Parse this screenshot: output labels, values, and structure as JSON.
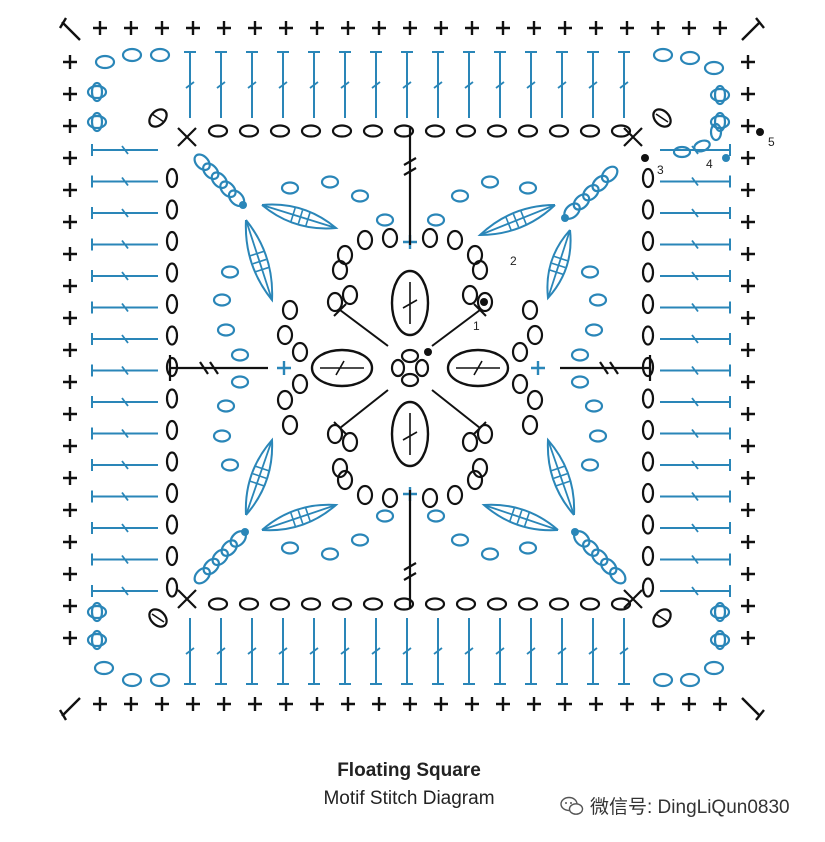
{
  "title": "Floating Square",
  "subtitle": "Motif Stitch Diagram",
  "watermark": "微信号: DingLiQun0830",
  "round_labels": [
    "1",
    "2",
    "3",
    "4",
    "5"
  ],
  "colors": {
    "black": "#111111",
    "blue": "#2a86b8"
  }
}
